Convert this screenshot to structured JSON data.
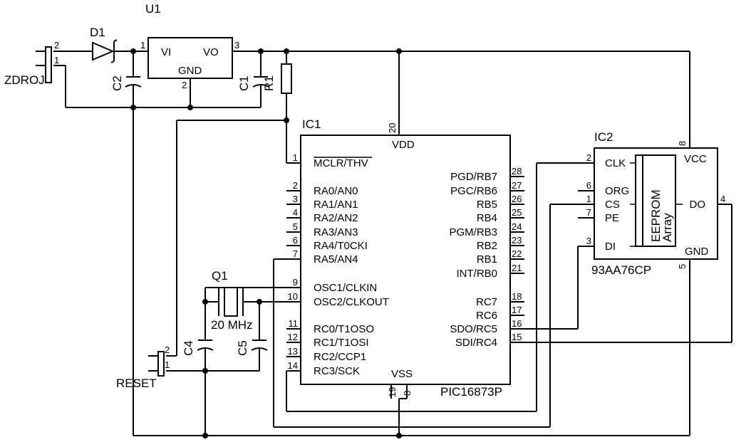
{
  "u1": {
    "ref": "U1",
    "vi": "VI",
    "vo": "VO",
    "gnd": "GND",
    "pin1": "1",
    "pin2": "2",
    "pin3": "3"
  },
  "d1": {
    "ref": "D1"
  },
  "c1": {
    "ref": "C1"
  },
  "c2": {
    "ref": "C2"
  },
  "r1": {
    "ref": "R1"
  },
  "zdroj": {
    "label": "ZDROJ",
    "pin1": "1",
    "pin2": "2"
  },
  "reset": {
    "label": "RESET",
    "pin1": "1",
    "pin2": "2"
  },
  "q1": {
    "ref": "Q1",
    "freq": "20 MHz"
  },
  "c4": {
    "ref": "C4"
  },
  "c5": {
    "ref": "C5"
  },
  "ic1": {
    "ref": "IC1",
    "part": "PIC16873P",
    "vdd": "VDD",
    "vdd_pin": "20",
    "vss": "VSS",
    "vss_pins": [
      "19",
      "8"
    ],
    "left_pins": [
      {
        "num": "1",
        "name": "MCLR/THV"
      },
      {
        "num": "2",
        "name": "RA0/AN0"
      },
      {
        "num": "3",
        "name": "RA1/AN1"
      },
      {
        "num": "4",
        "name": "RA2/AN2"
      },
      {
        "num": "5",
        "name": "RA3/AN3"
      },
      {
        "num": "6",
        "name": "RA4/T0CKI"
      },
      {
        "num": "7",
        "name": "RA5/AN4"
      },
      {
        "num": "9",
        "name": "OSC1/CLKIN"
      },
      {
        "num": "10",
        "name": "OSC2/CLKOUT"
      },
      {
        "num": "11",
        "name": "RC0/T1OSO"
      },
      {
        "num": "12",
        "name": "RC1/T1OSI"
      },
      {
        "num": "13",
        "name": "RC2/CCP1"
      },
      {
        "num": "14",
        "name": "RC3/SCK"
      }
    ],
    "right_pins": [
      {
        "num": "28",
        "name": "PGD/RB7"
      },
      {
        "num": "27",
        "name": "PGC/RB6"
      },
      {
        "num": "26",
        "name": "RB5"
      },
      {
        "num": "25",
        "name": "RB4"
      },
      {
        "num": "24",
        "name": "PGM/RB3"
      },
      {
        "num": "23",
        "name": "RB2"
      },
      {
        "num": "22",
        "name": "RB1"
      },
      {
        "num": "21",
        "name": "INT/RB0"
      },
      {
        "num": "18",
        "name": "RC7"
      },
      {
        "num": "17",
        "name": "RC6"
      },
      {
        "num": "16",
        "name": "SDO/RC5"
      },
      {
        "num": "15",
        "name": "SDI/RC4"
      }
    ]
  },
  "ic2": {
    "ref": "IC2",
    "part": "93AA76CP",
    "vcc": "VCC",
    "gnd": "GND",
    "vcc_pin": "8",
    "gnd_pin": "5",
    "array_line1": "EEPROM",
    "array_line2": "Array",
    "left_pins": [
      {
        "num": "2",
        "name": "CLK"
      },
      {
        "num": "6",
        "name": "ORG"
      },
      {
        "num": "1",
        "name": "CS"
      },
      {
        "num": "7",
        "name": "PE"
      },
      {
        "num": "3",
        "name": "DI"
      }
    ],
    "right_pins": [
      {
        "num": "4",
        "name": "DO"
      }
    ]
  }
}
